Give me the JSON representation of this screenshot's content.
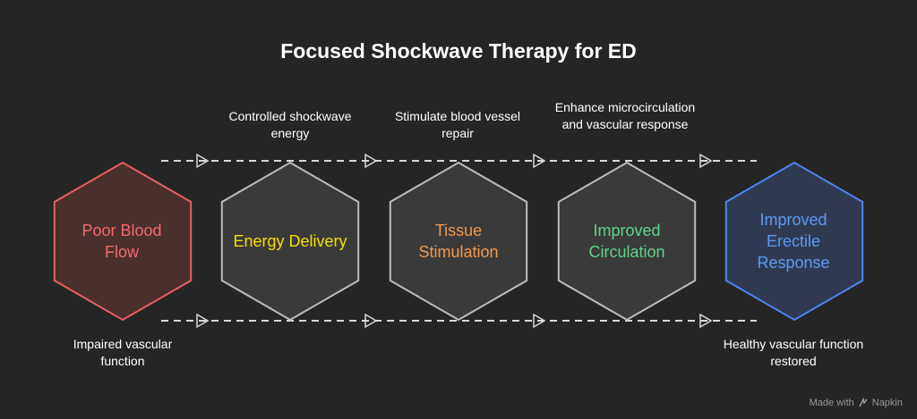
{
  "title": "Focused Shockwave Therapy for ED",
  "steps": [
    {
      "label": "Poor Blood Flow",
      "text_color": "#f16b6b",
      "stroke": "#e66060",
      "fill": "#4a2f2d"
    },
    {
      "label": "Energy Delivery",
      "text_color": "#f3e000",
      "stroke": "#bdbdbd",
      "fill": "#3a3a3a"
    },
    {
      "label": "Tissue Stimulation",
      "text_color": "#f29a4a",
      "stroke": "#bdbdbd",
      "fill": "#3a3a3a"
    },
    {
      "label": "Improved Circulation",
      "text_color": "#5fd38d",
      "stroke": "#bdbdbd",
      "fill": "#3a3a3a"
    },
    {
      "label": "Improved Erectile Response",
      "text_color": "#5b9bf3",
      "stroke": "#4c86f0",
      "fill": "#2f3a52"
    }
  ],
  "top_labels": [
    "Controlled shockwave energy",
    "Stimulate blood vessel repair",
    "Enhance microcirculation and vascular response"
  ],
  "bottom_labels": [
    "Impaired vascular function",
    "Healthy vascular function restored"
  ],
  "footer": {
    "made_with": "Made with",
    "brand": "Napkin"
  }
}
